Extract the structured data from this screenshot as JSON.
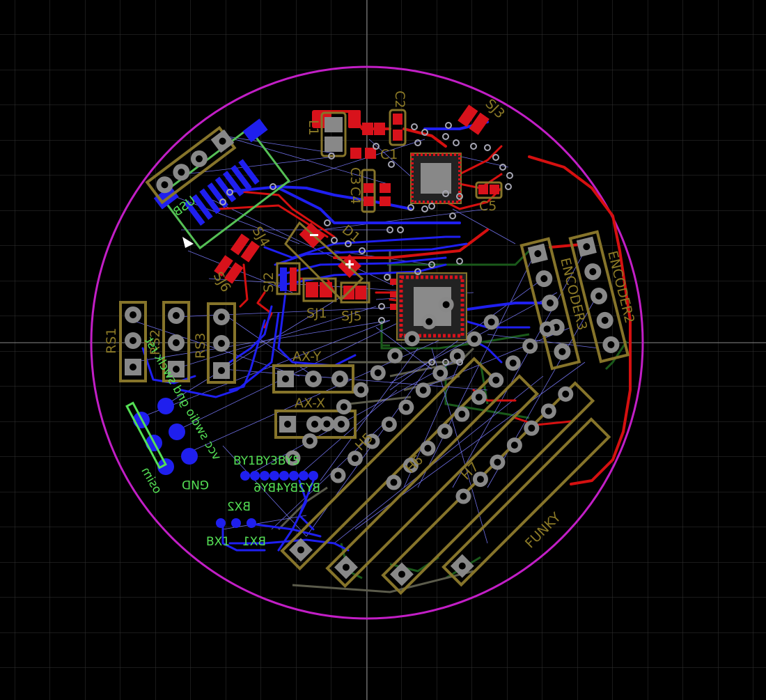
{
  "app": "PCB layout editor",
  "colors": {
    "background": "#000000",
    "grid": "#3c3c3c",
    "outline": "#c21ec6",
    "top_copper": "#d8121b",
    "bottom_copper": "#1f1fee",
    "top_silk": "#8c7a26",
    "bottom_silk": "#55e055",
    "ratsnest": "#6f6fe6"
  },
  "components": {
    "usb": "USB",
    "rs1": "RS1",
    "rs2": "RS2",
    "rs3": "RS3",
    "ax_y": "AX-Y",
    "ax_x": "AX-X",
    "encoder2": "ENCODER2",
    "encoder3": "ENCODER3",
    "h5": "H5",
    "h6": "H6",
    "h7": "H7",
    "funky": "FUNKY",
    "sj1": "SJ1",
    "sj2": "SJ2",
    "sj3": "SJ3",
    "sj4": "SJ4",
    "sj5": "SJ5",
    "sj6": "SJ6",
    "c1": "C1",
    "c2": "C2",
    "c3": "C3",
    "c4": "C4",
    "c5": "C5",
    "d1": "D1",
    "l1": "L1"
  },
  "bottom_labels": {
    "swd_pins": "vcc swdio gnd swclk rst",
    "swd_extra": "GND",
    "lcd_tag": "osim",
    "by_row1": "BY1BY3BY5",
    "by_row2": "BY2BY4BY6",
    "bx2": "BX2",
    "bx1": "BX1",
    "bx1b": "BX1"
  },
  "icons": {
    "pin1_marker": "triangle-marker-icon",
    "diode_polarity": "plus-minus-icon"
  }
}
